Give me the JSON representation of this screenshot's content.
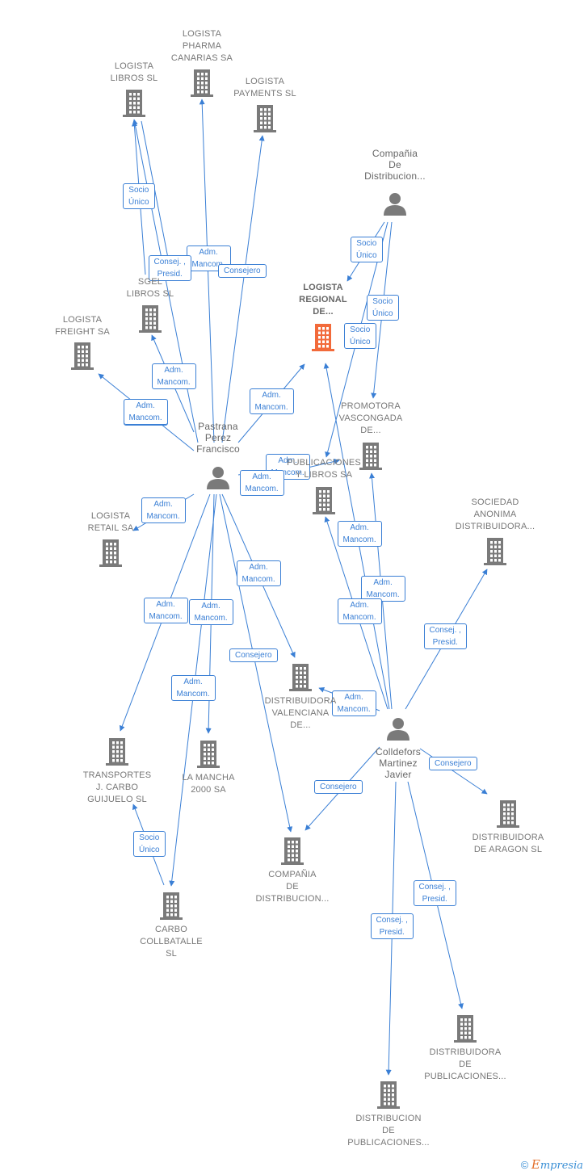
{
  "nodes": [
    {
      "id": "logista_libros",
      "type": "company",
      "label": "LOGISTA\nLIBROS SL"
    },
    {
      "id": "logista_pharma",
      "type": "company",
      "label": "LOGISTA\nPHARMA\nCANARIAS SA"
    },
    {
      "id": "logista_payments",
      "type": "company",
      "label": "LOGISTA\nPAYMENTS  SL"
    },
    {
      "id": "compania_top",
      "type": "person",
      "label": "Compañia\nDe\nDistribucion..."
    },
    {
      "id": "sgel",
      "type": "company",
      "label": "SGEL\nLIBROS  SL"
    },
    {
      "id": "logista_regional",
      "type": "company",
      "label": "LOGISTA\nREGIONAL\nDE...",
      "focus": true
    },
    {
      "id": "logista_freight",
      "type": "company",
      "label": "LOGISTA\nFREIGHT SA"
    },
    {
      "id": "promotora",
      "type": "company",
      "label": "PROMOTORA\nVASCONGADA\nDE..."
    },
    {
      "id": "pastrana",
      "type": "person",
      "label": "Pastrana\nPerez\nFrancisco"
    },
    {
      "id": "publicaciones_libros",
      "type": "company",
      "label": "PUBLICACIONES\nY LIBROS SA"
    },
    {
      "id": "sociedad",
      "type": "company",
      "label": "SOCIEDAD\nANONIMA\nDISTRIBUIDORA..."
    },
    {
      "id": "logista_retail",
      "type": "company",
      "label": "LOGISTA\nRETAIL SA"
    },
    {
      "id": "distrib_valenciana",
      "type": "company",
      "label": "DISTRIBUIDORA\nVALENCIANA\nDE..."
    },
    {
      "id": "colldefors",
      "type": "person",
      "label": "Colldefors\nMartinez\nJavier"
    },
    {
      "id": "transportes",
      "type": "company",
      "label": "TRANSPORTES\nJ.  CARBO\nGUIJUELO  SL"
    },
    {
      "id": "la_mancha",
      "type": "company",
      "label": "LA MANCHA\n2000 SA"
    },
    {
      "id": "distrib_aragon",
      "type": "company",
      "label": "DISTRIBUIDORA\nDE ARAGON SL"
    },
    {
      "id": "compania_bottom",
      "type": "company",
      "label": "COMPAÑIA\nDE\nDISTRIBUCION..."
    },
    {
      "id": "carbo",
      "type": "company",
      "label": "CARBO\nCOLLBATALLE\nSL"
    },
    {
      "id": "distrib_publicaciones",
      "type": "company",
      "label": "DISTRIBUIDORA\nDE\nPUBLICACIONES..."
    },
    {
      "id": "distribucion_publicaciones",
      "type": "company",
      "label": "DISTRIBUCION\nDE\nPUBLICACIONES..."
    }
  ],
  "edges": [
    {
      "from": "pastrana",
      "to": "logista_libros",
      "label": "Adm.\nMancom."
    },
    {
      "from": "sgel",
      "to": "logista_libros",
      "label": "Socio\nÚnico"
    },
    {
      "from": "pastrana",
      "to": "logista_pharma",
      "label": "Adm.\nMancom."
    },
    {
      "from": "pastrana",
      "to": "logista_payments",
      "label": "Consejero"
    },
    {
      "from": "logista_libros",
      "to": "sgel",
      "label": "Consej. ,\nPresid."
    },
    {
      "from": "pastrana",
      "to": "sgel",
      "label": "Adm.\nMancom."
    },
    {
      "from": "pastrana",
      "to": "logista_freight",
      "label": "Adm.\nMancom."
    },
    {
      "from": "pastrana",
      "to": "logista_regional",
      "label": "Adm.\nMancom."
    },
    {
      "from": "compania_top",
      "to": "logista_regional",
      "label": "Socio\nÚnico"
    },
    {
      "from": "compania_top",
      "to": "promotora",
      "label": "Socio\nÚnico"
    },
    {
      "from": "compania_top",
      "to": "publicaciones_libros",
      "label": "Socio\nÚnico"
    },
    {
      "from": "pastrana",
      "to": "publicaciones_libros",
      "label": "Adm.\nMancom."
    },
    {
      "from": "pastrana",
      "to": "promotora",
      "label": "Adm.\nMancom."
    },
    {
      "from": "pastrana",
      "to": "logista_retail",
      "label": "Adm.\nMancom."
    },
    {
      "from": "pastrana",
      "to": "distrib_valenciana",
      "label": "Adm.\nMancom."
    },
    {
      "from": "pastrana",
      "to": "transportes",
      "label": "Adm.\nMancom."
    },
    {
      "from": "pastrana",
      "to": "la_mancha",
      "label": "Adm.\nMancom."
    },
    {
      "from": "pastrana",
      "to": "carbo",
      "label": "Adm.\nMancom."
    },
    {
      "from": "pastrana",
      "to": "compania_bottom",
      "label": "Consejero"
    },
    {
      "from": "carbo",
      "to": "transportes",
      "label": "Socio\nÚnico"
    },
    {
      "from": "colldefors",
      "to": "publicaciones_libros",
      "label": "Adm.\nMancom."
    },
    {
      "from": "colldefors",
      "to": "promotora",
      "label": "Adm.\nMancom."
    },
    {
      "from": "colldefors",
      "to": "logista_regional",
      "label": "Adm.\nMancom."
    },
    {
      "from": "colldefors",
      "to": "distrib_valenciana",
      "label": "Adm.\nMancom."
    },
    {
      "from": "colldefors",
      "to": "sociedad",
      "label": "Consej. ,\nPresid."
    },
    {
      "from": "colldefors",
      "to": "distrib_aragon",
      "label": "Consejero"
    },
    {
      "from": "colldefors",
      "to": "compania_bottom",
      "label": "Consejero"
    },
    {
      "from": "colldefors",
      "to": "distrib_publicaciones",
      "label": "Consej. ,\nPresid."
    },
    {
      "from": "colldefors",
      "to": "distribucion_publicaciones",
      "label": "Consej. ,\nPresid."
    }
  ],
  "footer": {
    "copyright": "©",
    "brand_initial": "E",
    "brand_rest": "mpresia"
  },
  "colors": {
    "edge": "#3a7fd5",
    "company_icon": "#7a7a7a",
    "focus_icon": "#f26a3a",
    "person_icon": "#7a7a7a",
    "label_text": "#777777"
  }
}
